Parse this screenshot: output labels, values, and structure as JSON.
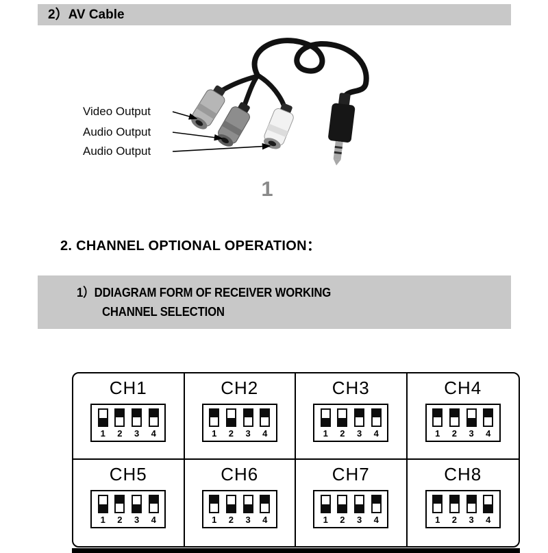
{
  "av_section": {
    "header": "2）AV Cable",
    "figure": {
      "labels": [
        "Video Output",
        "Audio Output",
        "Audio Output"
      ],
      "number": "1"
    }
  },
  "channel_section": {
    "heading": "2. CHANNEL OPTIONAL OPERATION：",
    "subheader": {
      "line1": "1）DDIAGRAM FORM OF RECEIVER WORKING",
      "line2": "CHANNEL SELECTION"
    }
  },
  "dip_numbers": [
    "1",
    "2",
    "3",
    "4"
  ],
  "channels": [
    {
      "name": "CH1",
      "switches": [
        1,
        0,
        0,
        0
      ]
    },
    {
      "name": "CH2",
      "switches": [
        0,
        1,
        0,
        0
      ]
    },
    {
      "name": "CH3",
      "switches": [
        1,
        1,
        0,
        0
      ]
    },
    {
      "name": "CH4",
      "switches": [
        0,
        0,
        1,
        0
      ]
    },
    {
      "name": "CH5",
      "switches": [
        1,
        0,
        1,
        0
      ]
    },
    {
      "name": "CH6",
      "switches": [
        0,
        1,
        1,
        0
      ]
    },
    {
      "name": "CH7",
      "switches": [
        1,
        1,
        1,
        0
      ]
    },
    {
      "name": "CH8",
      "switches": [
        0,
        0,
        0,
        1
      ]
    }
  ],
  "colors": {
    "header_bg": "#c8c8c8",
    "figure_number": "#8a8a8a",
    "switch_body": "#0d0d0d"
  }
}
